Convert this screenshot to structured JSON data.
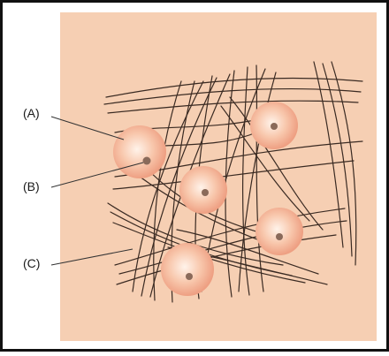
{
  "labels": {
    "a": "(A)",
    "b": "(B)",
    "c": "(C)"
  },
  "colors": {
    "tissue": "#f6cfb3",
    "border": "#111111",
    "cell_outer": "#f2a98d",
    "cell_inner": "#fde9da",
    "nucleus": "#8a6a5a",
    "fiber": "#3a2a22"
  }
}
